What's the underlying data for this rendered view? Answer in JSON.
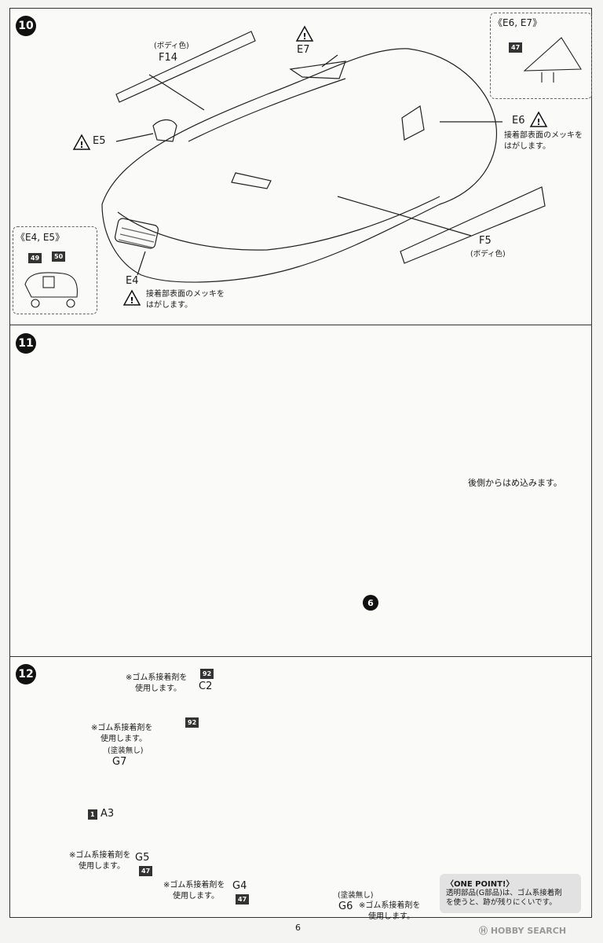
{
  "steps": {
    "s10": "10",
    "s11": "11",
    "s12": "12"
  },
  "step10": {
    "f14_paint": "(ボディ色)",
    "f14": "F14",
    "e7": "E7",
    "e6e7_title": "《E6, E7》",
    "e6e7_num": "47",
    "e5": "E5",
    "e6": "E6",
    "e6_note_1": "接着部表面のメッキを",
    "e6_note_2": "はがします。",
    "e4e5_title": "《E4, E5》",
    "e4e5_num_a": "49",
    "e4e5_num_b": "50",
    "e4": "E4",
    "e4_note_1": "接着部表面のメッキを",
    "e4_note_2": "はがします。",
    "f5": "F5",
    "f5_paint": "(ボディ色)"
  },
  "step11": {
    "rear_note": "後側からはめ込みます。",
    "sub_ref": "6"
  },
  "step12": {
    "c2_note_1": "※ゴム系接着剤を",
    "c2_note_2": "使用します。",
    "c2_num": "92",
    "c2": "C2",
    "g7_note_1": "※ゴム系接着剤を",
    "g7_note_2": "使用します。",
    "g7_unpainted": "(塗装無し)",
    "g7": "G7",
    "num92": "92",
    "a3_num": "1",
    "a3": "A3",
    "g5_note_1": "※ゴム系接着剤を",
    "g5_note_2": "使用します。",
    "g5": "G5",
    "g5_num": "47",
    "g4_note_1": "※ゴム系接着剤を",
    "g4_note_2": "使用します。",
    "g4": "G4",
    "g4_num": "47",
    "g6_unpainted": "(塗装無し)",
    "g6": "G6",
    "g6_note_1": "※ゴム系接着剤を",
    "g6_note_2": "使用します。",
    "onepoint_title": "〈ONE POINT!〉",
    "onepoint_1": "透明部品(G部品)は、ゴム系接着剤",
    "onepoint_2": "を使うと、跡が残りにくいです。"
  },
  "footer": {
    "page": "6",
    "watermark": "Ⓗ HOBBY SEARCH"
  }
}
